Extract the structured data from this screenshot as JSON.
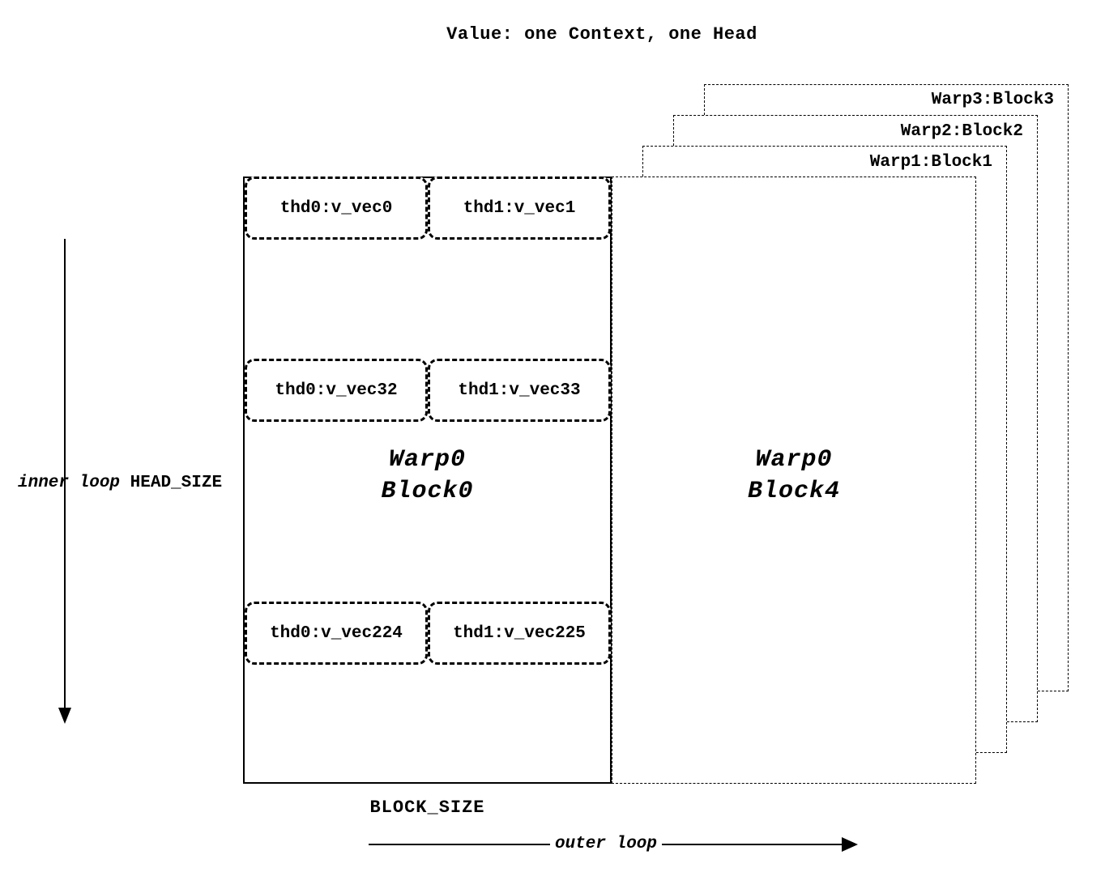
{
  "diagram": {
    "title": "Value: one Context, one Head",
    "main_block": {
      "name_line1": "Warp0",
      "name_line2": "Block0",
      "rows": [
        {
          "left": "thd0:v_vec0",
          "right": "thd1:v_vec1"
        },
        {
          "left": "thd0:v_vec32",
          "right": "thd1:v_vec33"
        },
        {
          "left": "thd0:v_vec224",
          "right": "thd1:v_vec225"
        }
      ]
    },
    "front_block": {
      "name_line1": "Warp0",
      "name_line2": "Block4"
    },
    "back_blocks": [
      {
        "label": "Warp1:Block1"
      },
      {
        "label": "Warp2:Block2"
      },
      {
        "label": "Warp3:Block3"
      }
    ],
    "annotations": {
      "inner_loop": "inner loop",
      "head_size": "HEAD_SIZE",
      "block_size": "BLOCK_SIZE",
      "outer_loop": "outer loop"
    },
    "colors": {
      "line": "#000000",
      "background": "#ffffff"
    }
  }
}
